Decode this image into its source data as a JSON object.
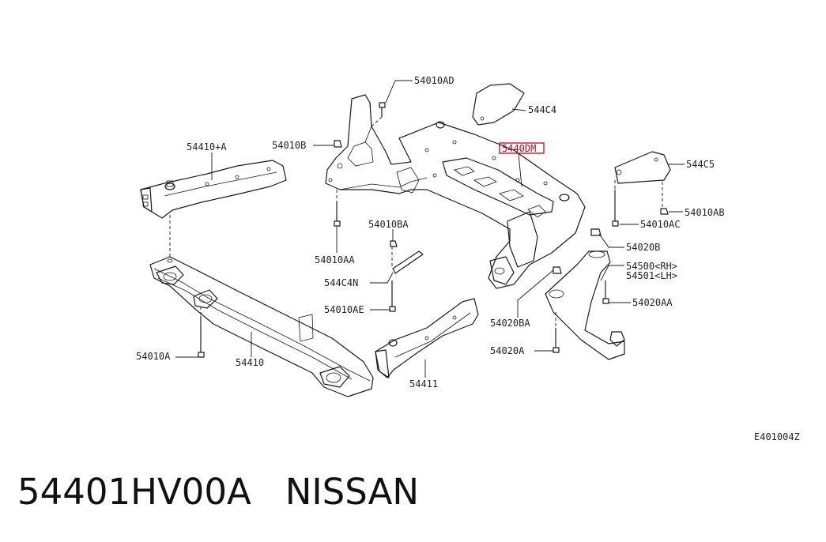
{
  "diagram": {
    "labels": {
      "p54010AD": "54010AD",
      "p544C4": "544C4",
      "p54410PA": "54410+A",
      "p54010B": "54010B",
      "p5440DM": "5440DM",
      "p544C5": "544C5",
      "p54010AB": "54010AB",
      "p54010AC": "54010AC",
      "p54010BA": "54010BA",
      "p54020B": "54020B",
      "p54010AA": "54010AA",
      "p54500RH": "54500<RH>",
      "p54501LH": "54501<LH>",
      "p544C4N": "544C4N",
      "p54020AA": "54020AA",
      "p54010AE": "54010AE",
      "p54020BA": "54020BA",
      "p54010A": "54010A",
      "p54410": "54410",
      "p54020A": "54020A",
      "p54411": "54411"
    },
    "highlighted_part": "5440DM",
    "highlight_color": "#d0021b",
    "figure_code": "E401004Z"
  },
  "caption": {
    "part_number": "54401HV00A",
    "brand": "NISSAN",
    "text": "54401HV00A   NISSAN"
  }
}
